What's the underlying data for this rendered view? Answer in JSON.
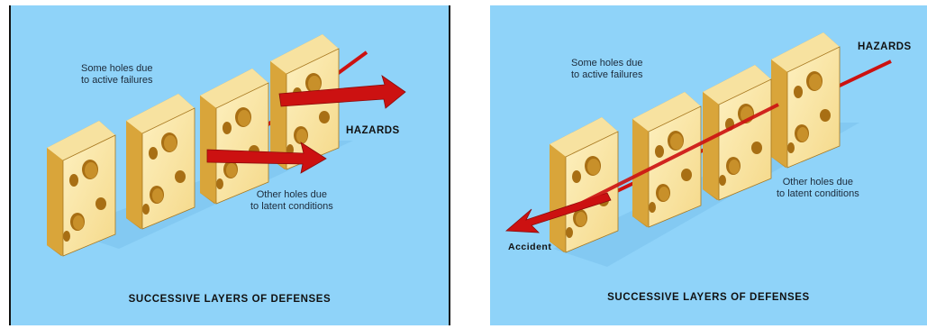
{
  "panels": [
    {
      "active_failures_label_line1": "Some holes due",
      "active_failures_label_line2": "to active failures",
      "latent_conditions_label_line1": "Other holes due",
      "latent_conditions_label_line2": "to latent conditions",
      "hazards_label": "HAZARDS",
      "caption": "SUCCESSIVE LAYERS OF DEFENSES"
    },
    {
      "active_failures_label_line1": "Some holes due",
      "active_failures_label_line2": "to active failures",
      "latent_conditions_label_line1": "Other holes due",
      "latent_conditions_label_line2": "to latent conditions",
      "hazards_label": "HAZARDS",
      "accident_label": "Accident",
      "caption": "SUCCESSIVE LAYERS OF DEFENSES"
    }
  ],
  "colors": {
    "background": "#8fd3f9",
    "cheese_face": "#fbe7a6",
    "cheese_side": "#d9a53a",
    "hole": "#9a6a14",
    "arrow": "#cc1111"
  }
}
